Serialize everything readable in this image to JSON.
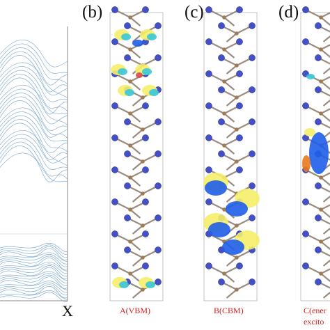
{
  "panels": {
    "b": {
      "letter": "(b)",
      "caption": "A(VBM)"
    },
    "c": {
      "letter": "(c)",
      "caption": "B(CBM)"
    },
    "d": {
      "letter": "(d)",
      "caption_line1": "C(ener",
      "caption_line2": "excito"
    }
  },
  "band_plot": {
    "x_label": "X"
  },
  "colors": {
    "band_line": "#6fa0cc",
    "axis": "#888888",
    "atom_n": "#4450c8",
    "atom_c": "#a27a52",
    "bond": "#9b8c80",
    "lobe_yellow": "#f5ee6a",
    "lobe_cyan": "#39c7d8",
    "lobe_blue": "#1f5ee8",
    "lobe_orange": "#e97a1c",
    "caption_red": "#d61f1f"
  }
}
